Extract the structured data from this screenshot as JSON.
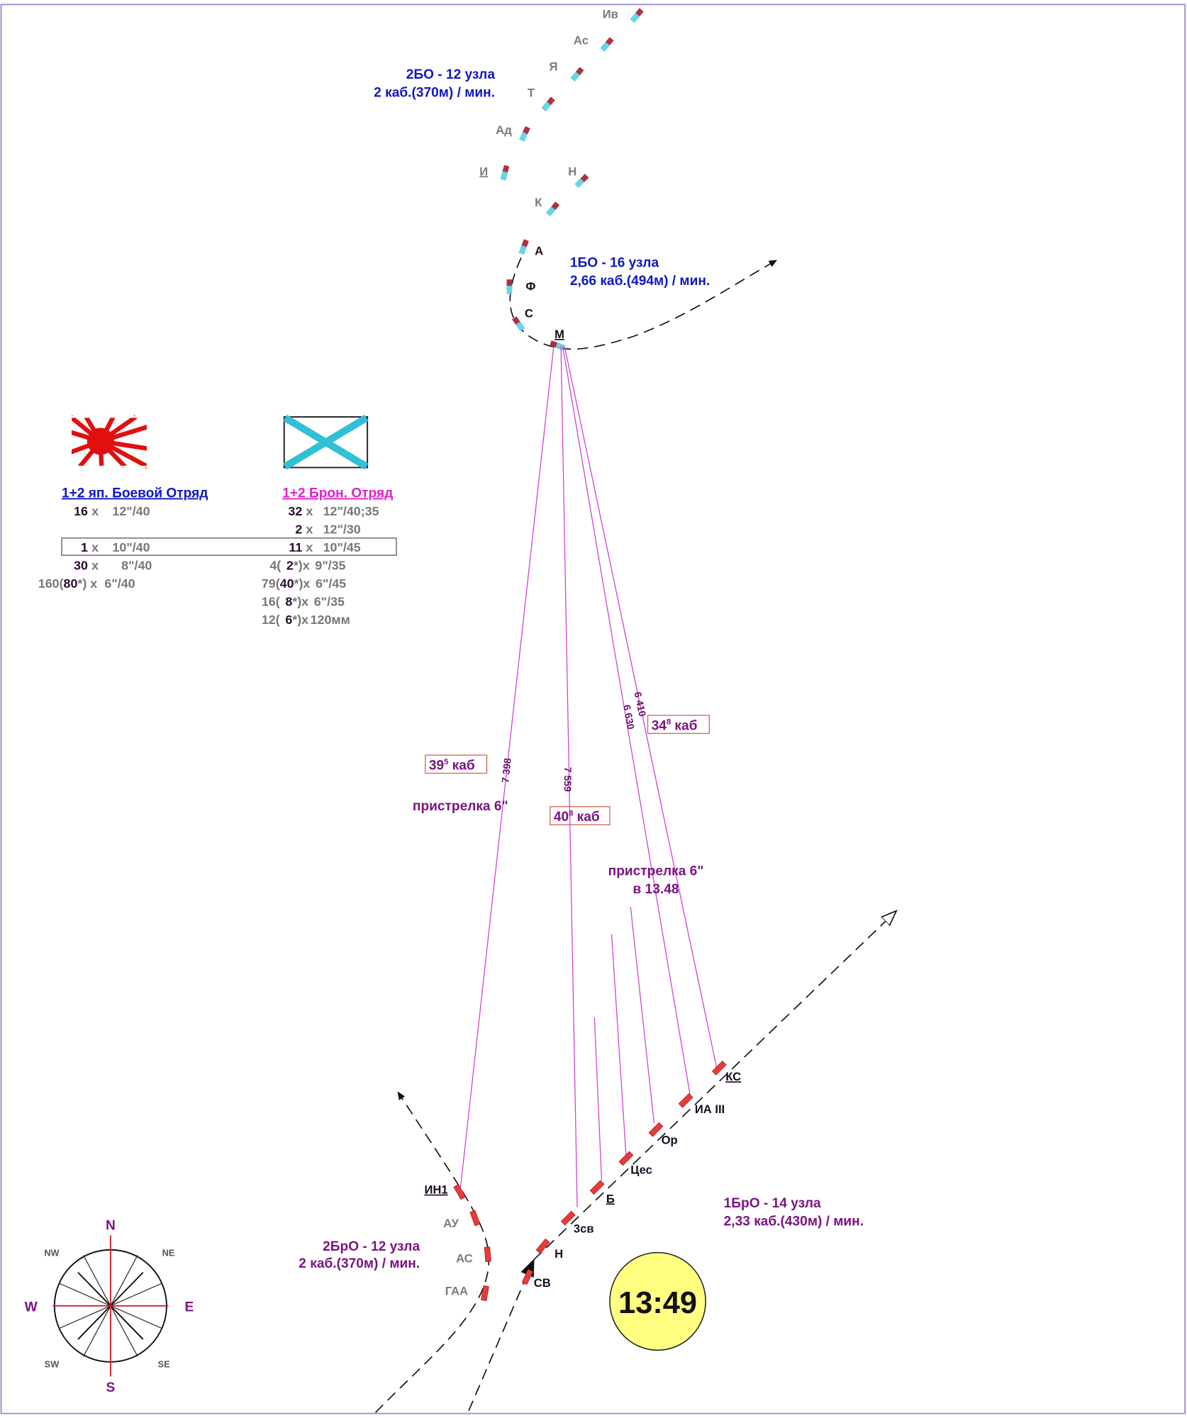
{
  "japanese_forces": {
    "group_2BO": {
      "title": "2БО - 12 узла",
      "speed": "2 каб.(370м) / мин.",
      "ships": [
        "Ив",
        "Ас",
        "Я",
        "Т",
        "Ад",
        "И",
        "Н",
        "К"
      ]
    },
    "group_1BO": {
      "title": "1БО - 16 узла",
      "speed": "2,66 каб.(494м) / мин.",
      "ships": [
        "А",
        "Ф",
        "С",
        "М"
      ]
    }
  },
  "russian_forces": {
    "group_2BrO": {
      "title": "2БрО - 12 узла",
      "speed": "2 каб.(370м) / мин.",
      "ships": [
        "ИН1",
        "АУ",
        "АС",
        "ГАА"
      ]
    },
    "group_1BrO": {
      "title": "1БрО - 14 узла",
      "speed": "2,33 каб.(430м) / мин.",
      "ships": [
        "КС",
        "ИА III",
        "Ор",
        "Цес",
        "Б",
        "3св",
        "Н",
        "СВ"
      ]
    }
  },
  "fire_lines": {
    "distances_m": [
      "7 398",
      "7 559",
      "6 410",
      "6 630"
    ],
    "ranges": [
      {
        "base": "39",
        "sup": "5",
        "unit": "каб"
      },
      {
        "base": "40",
        "sup": "8",
        "unit": "каб"
      },
      {
        "base": "34",
        "sup": "8",
        "unit": "каб"
      }
    ],
    "notes": [
      "пристрелка 6\"",
      "пристрелка 6\"",
      "в 13.48"
    ]
  },
  "armament_table": {
    "left_title": "1+2 яп. Боевой Отряд",
    "right_title": "1+2 Брон. Отряд",
    "left_rows": [
      {
        "count": "16",
        "x": "x",
        "gun": "12\"/40"
      },
      {
        "count": "1",
        "x": "x",
        "gun": "10\"/40"
      },
      {
        "count": "30",
        "x": "x",
        "gun": "8\"/40"
      },
      {
        "count": "160(",
        "count2": "80",
        "x": "*) x",
        "gun": "6\"/40"
      }
    ],
    "right_rows": [
      {
        "count": "32",
        "x": "x",
        "gun": "12\"/40;35"
      },
      {
        "count": "2",
        "x": "x",
        "gun": "12\"/30"
      },
      {
        "count": "11",
        "x": "x",
        "gun": "10\"/45"
      },
      {
        "count": "4(",
        "count2": "2",
        "x": "*)x",
        "gun": "9\"/35"
      },
      {
        "count": "79(",
        "count2": "40",
        "x": "*)x",
        "gun": "6\"/45"
      },
      {
        "count": "16(",
        "count2": "8",
        "x": "*)x",
        "gun": "6\"/35"
      },
      {
        "count": "12(",
        "count2": "6",
        "x": "*)x",
        "gun": "120мм"
      }
    ]
  },
  "clock": {
    "time": "13:49"
  },
  "compass": {
    "n": "N",
    "s": "S",
    "e": "E",
    "w": "W",
    "ne": "NE",
    "nw": "NW",
    "se": "SE",
    "sw": "SW"
  },
  "colors": {
    "japanese": "#1018c0",
    "russian": "#7a1482",
    "fire": "#d040d0",
    "clock": "#ffff80"
  }
}
